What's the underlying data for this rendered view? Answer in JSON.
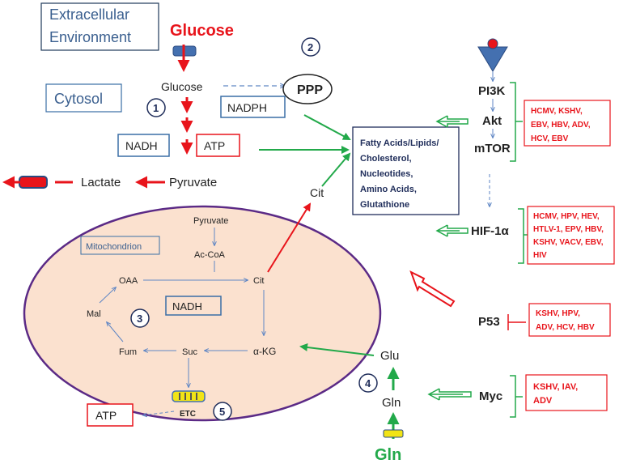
{
  "regions": {
    "extracellular": "Extracellular\nEnvironment",
    "cytosol": "Cytosol",
    "mitochondrion": "Mitochondrion"
  },
  "inputs": {
    "glucose_extracellular": "Glucose",
    "gln_extracellular": "Gln"
  },
  "cytosol_nodes": {
    "glucose": "Glucose",
    "ppp": "PPP",
    "nadph": "NADPH",
    "nadh": "NADH",
    "atp": "ATP",
    "lactate": "Lactate",
    "pyruvate": "Pyruvate",
    "cit": "Cit",
    "glu": "Glu",
    "gln": "Gln",
    "atp_etc": "ATP"
  },
  "mito_nodes": {
    "pyruvate": "Pyruvate",
    "acetyl_coa": "Ac-CoA",
    "cit": "Cit",
    "oaa": "OAA",
    "mal": "Mal",
    "fum": "Fum",
    "suc": "Suc",
    "akg": "α-KG",
    "nadh": "NADH",
    "etc": "ETC"
  },
  "step_numbers": [
    "1",
    "2",
    "3",
    "4",
    "5"
  ],
  "products": [
    "Fatty Acids/Lipids/",
    "Cholesterol,",
    "Nucleotides,",
    "Amino Acids,",
    "Glutathione"
  ],
  "signaling": {
    "pi3k": "PI3K",
    "akt": "Akt",
    "mtor": "mTOR",
    "hif1a": "HIF-1α",
    "p53": "P53",
    "myc": "Myc"
  },
  "virus_groups": {
    "pi3k_akt_mtor": [
      "HCMV, KSHV,",
      "EBV, HBV, ADV,",
      "HCV, EBV"
    ],
    "hif1a": [
      "HCMV, HPV, HEV,",
      "HTLV-1, EPV, HBV,",
      "KSHV, VACV, EBV,",
      "HIV"
    ],
    "p53": [
      "KSHV, HPV,",
      "ADV, HCV, HBV"
    ],
    "myc": [
      "KSHV, IAV,",
      "ADV"
    ]
  },
  "colors": {
    "red": "#e8141b",
    "green": "#22a94a",
    "blue_arrow": "#5f86c4",
    "box_blue": "#3a6ea5",
    "navy": "#1f2d5a",
    "mito_fill": "#fbe1cf",
    "mito_border": "#5b2a86",
    "yellow": "#f2e416",
    "transporter_blue": "#4470b0",
    "text": "#222222"
  }
}
